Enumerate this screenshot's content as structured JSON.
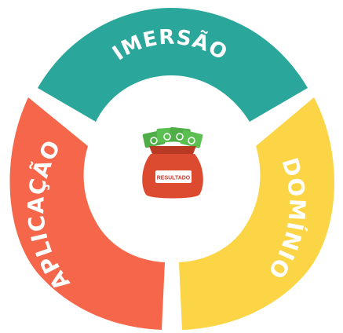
{
  "cycle": {
    "segments": [
      {
        "label": "IMERSÃO",
        "color": "#2aa69a"
      },
      {
        "label": "DOMÍNIO",
        "color": "#fbd545"
      },
      {
        "label": "APLICAÇÃO",
        "color": "#f6664a"
      }
    ]
  },
  "center": {
    "icon": "money-bag-icon",
    "bag_label": "RESULTADO",
    "bag_color": "#dc4b2f",
    "cash_color": "#4fae47"
  }
}
